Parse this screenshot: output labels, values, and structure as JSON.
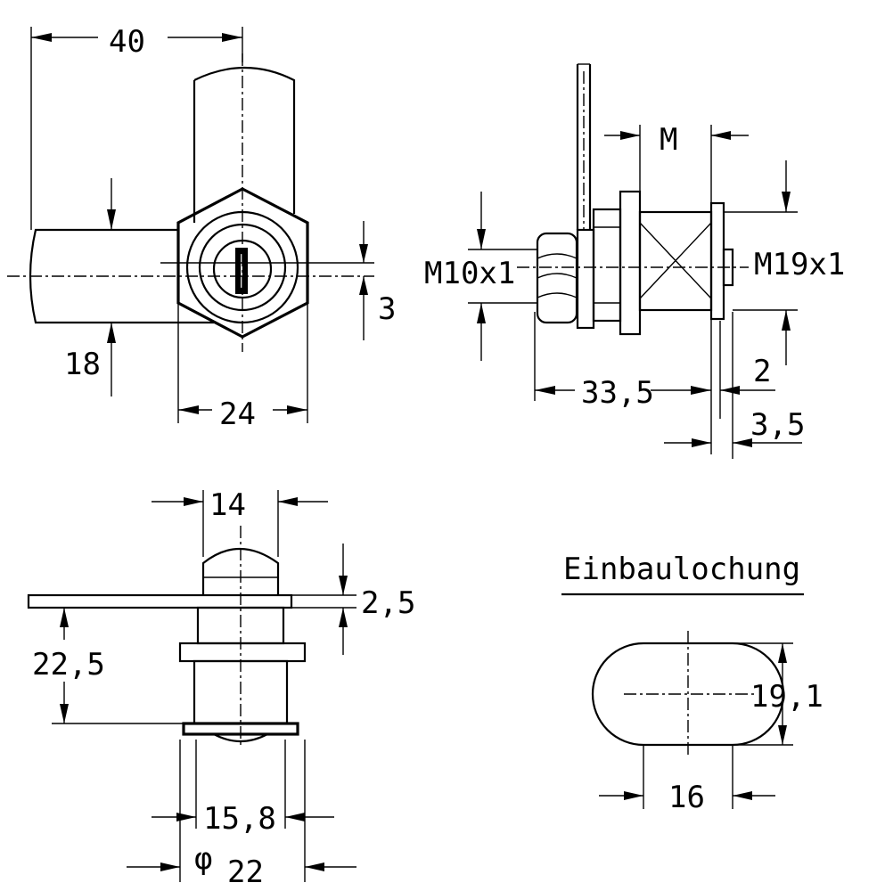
{
  "dimensions": {
    "front_view": {
      "width_40": "40",
      "width_24": "24",
      "height_18": "18",
      "offset_3": "3"
    },
    "side_view": {
      "thread_m": "M",
      "thread_m10": "M10x1",
      "thread_m19": "M19x1",
      "length_33_5": "33,5",
      "gap_2": "2",
      "gap_3_5": "3,5"
    },
    "bottom_view": {
      "width_14": "14",
      "thickness_2_5": "2,5",
      "depth_22_5": "22,5",
      "width_15_8": "15,8",
      "diameter_symbol": "φ",
      "diameter_22": "22"
    },
    "cutout": {
      "title": "Einbaulochung",
      "height_19_1": "19,1",
      "width_16": "16"
    }
  }
}
